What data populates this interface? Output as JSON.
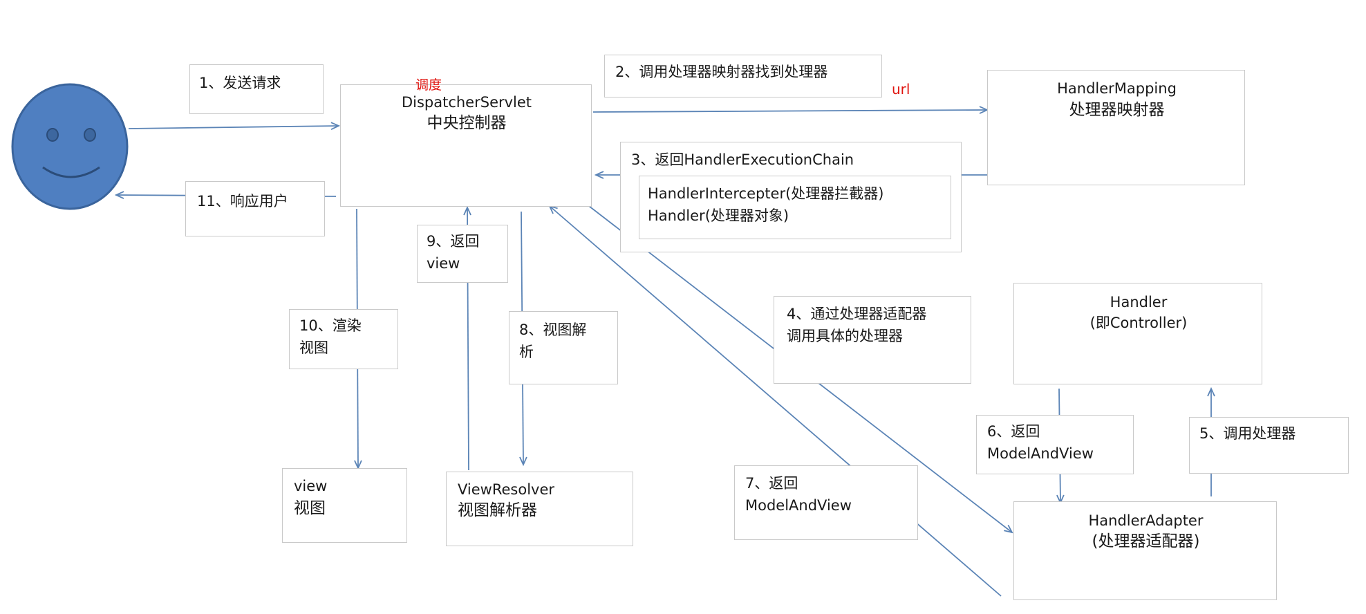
{
  "labels": {
    "step1": "1、发送请求",
    "step2": "2、调用处理器映射器找到处理器",
    "step3": "3、返回HandlerExecutionChain",
    "step3_interceptor": "HandlerIntercepter(处理器拦截器)",
    "step3_handler": "Handler(处理器对象)",
    "step4_line1": "4、通过处理器适配器",
    "step4_line2": "调用具体的处理器",
    "step5": "5、调用处理器",
    "step6_line1": "6、返回",
    "step6_line2": "ModelAndView",
    "step7_line1": "7、返回",
    "step7_line2": "ModelAndView",
    "step8_line1": "8、视图解",
    "step8_line2": "析",
    "step9_line1": "9、返回",
    "step9_line2": "view",
    "step10_line1": "10、渲染",
    "step10_line2": "视图",
    "step11": "11、响应用户"
  },
  "components": {
    "dispatcher_line1": "DispatcherServlet",
    "dispatcher_line2": "中央控制器",
    "dispatcher_note": "调度",
    "mapping_line1": "HandlerMapping",
    "mapping_line2": "处理器映射器",
    "mapping_note": "url",
    "handler_line1": "Handler",
    "handler_line2": "(即Controller)",
    "adapter_line1": "HandlerAdapter",
    "adapter_line2": "(处理器适配器)",
    "resolver_line1": "ViewResolver",
    "resolver_line2": "视图解析器",
    "view_line1": "view",
    "view_line2": "视图"
  },
  "colors": {
    "arrow": "#5b84b6",
    "face_fill": "#4f7fc1",
    "face_stroke": "#3a649c",
    "underline": "#e0140f",
    "note": "#e0140f"
  }
}
